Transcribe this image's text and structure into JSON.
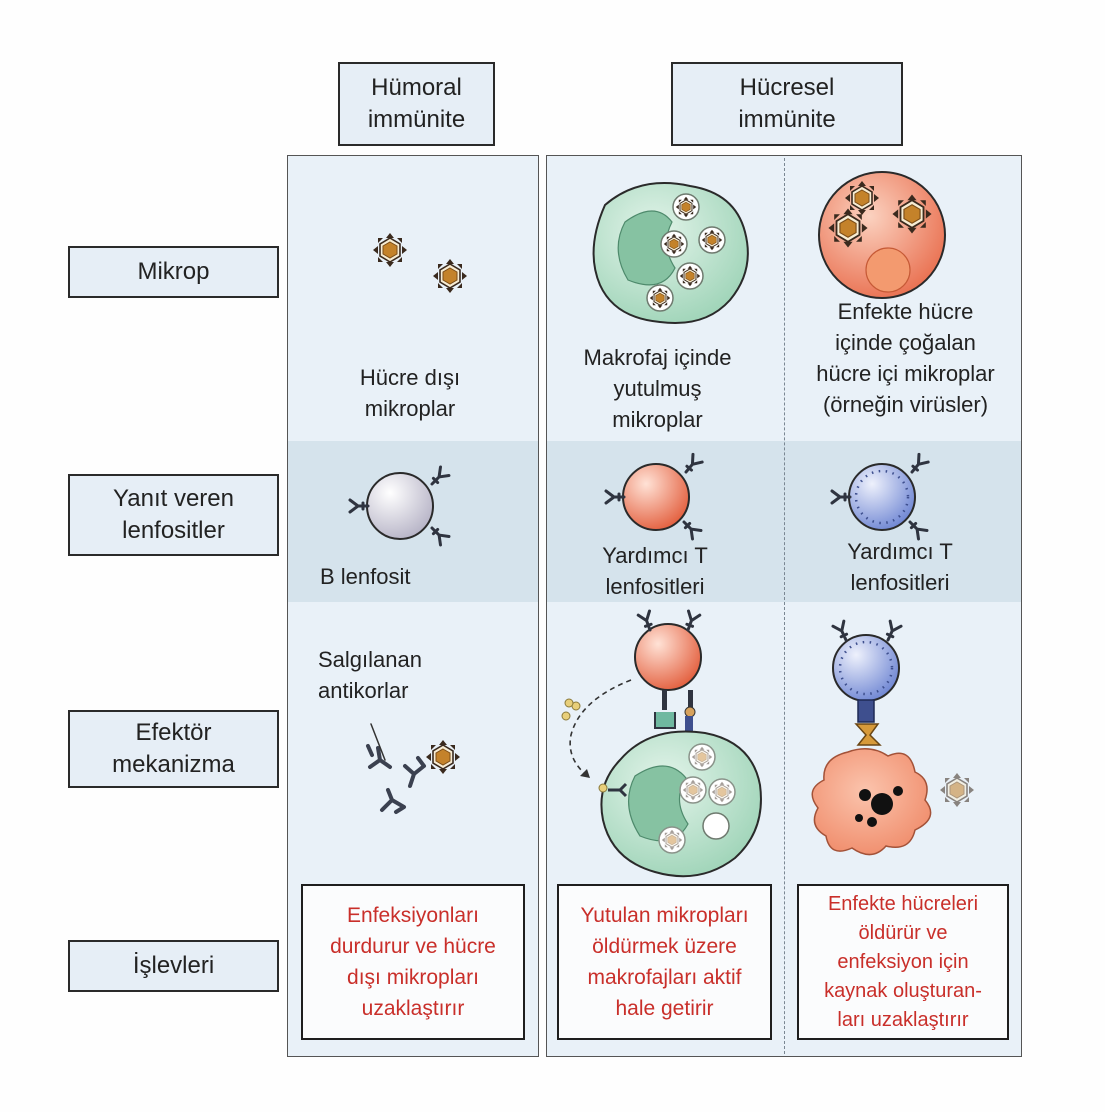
{
  "columns": {
    "humoral": "Hümoral\nimmünite",
    "cellular": "Hücresel\nimmünite"
  },
  "rows": {
    "microbe": "Mikrop",
    "lymphocytes": "Yanıt veren\nlenfositler",
    "effector": "Efektör\nmekanizma",
    "functions": "İşlevleri"
  },
  "microbe_labels": {
    "extracellular": "Hücre dışı\nmikroplar",
    "phagocytosed": "Makrofaj içinde\nyutulmuş\nmikroplar",
    "intracellular": "Enfekte hücre\niçinde çoğalan\nhücre içi mikroplar\n(örneğin virüsler)"
  },
  "lymphocyte_labels": {
    "b_cell": "B lenfosit",
    "helper_t_1": "Yardımcı T\nlenfositleri",
    "helper_t_2": "Yardımcı T\nlenfositleri"
  },
  "effector_labels": {
    "antibodies": "Salgılanan\nantikorlar"
  },
  "functions": {
    "humoral": "Enfeksiyonları\ndurdurur ve hücre\ndışı mikropları\nuzaklaştırır",
    "macrophage": "Yutulan mikropları\nöldürmek üzere\nmakrofajları aktif\nhale getirir",
    "cytotoxic": "Enfekte hücreleri\nöldürür ve\nenfeksiyon için\nkaynak oluşturan-\nları uzaklaştırır"
  },
  "colors": {
    "function_text": "#c92f2a",
    "macrophage": "#bfe5cf",
    "infected_cell": "#f29a7a",
    "helper_t": "#ee8b6c",
    "ctl": "#8fa3de",
    "b_cell": "#d8d6e2",
    "microbe_core": "#c4822a"
  },
  "icons": [
    "microbe-icon",
    "macrophage-icon",
    "infected-cell-icon",
    "b-lymphocyte-icon",
    "helper-t-cell-icon",
    "cytotoxic-t-cell-icon",
    "antibody-icon",
    "target-cell-icon"
  ]
}
